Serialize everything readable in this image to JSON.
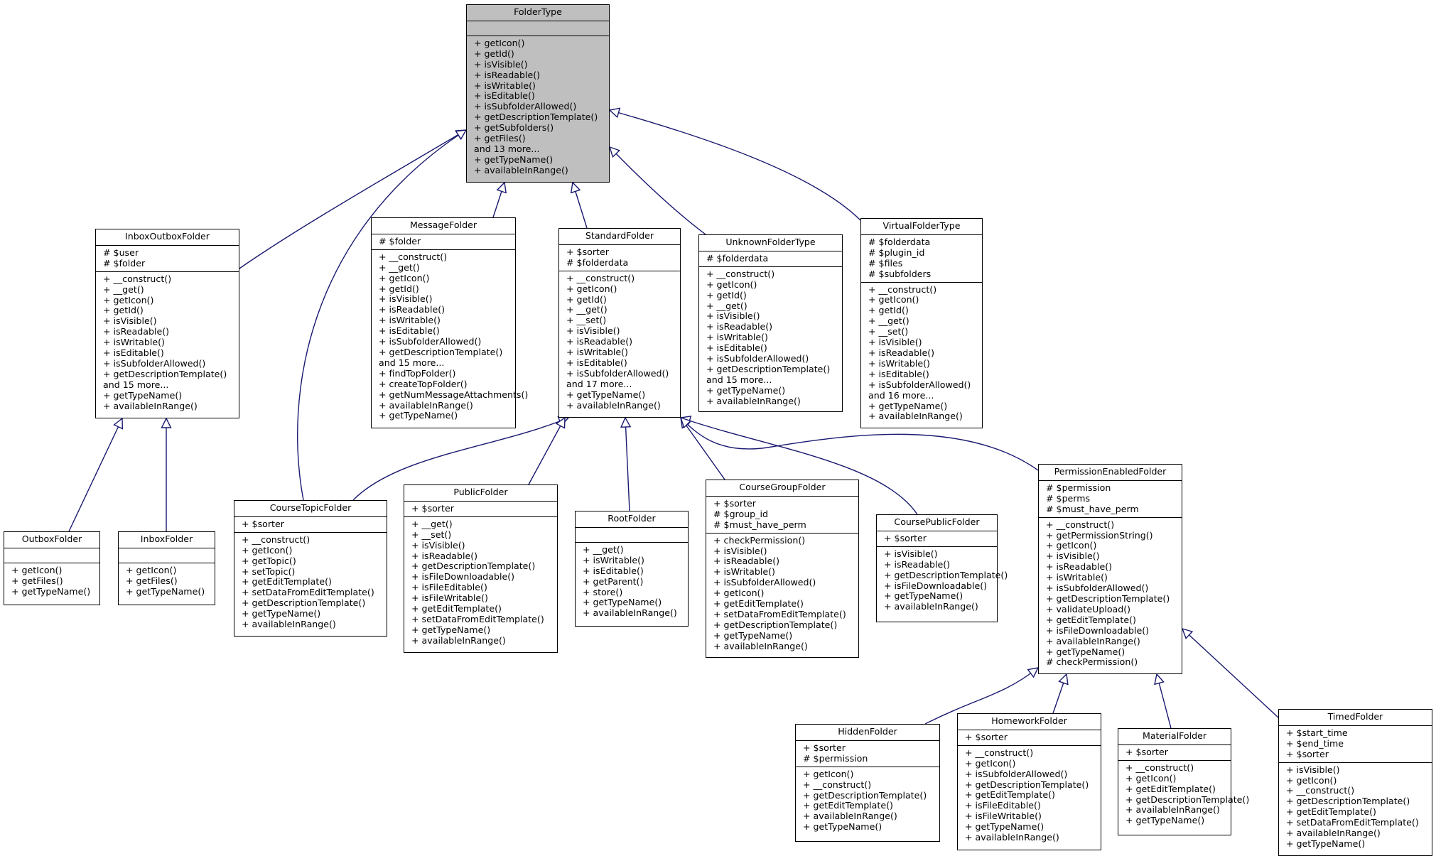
{
  "diagram": {
    "edge_color": "#191970",
    "root_fill": "#bfbfbf",
    "classes": [
      {
        "id": "FolderType",
        "name": "FolderType",
        "root": true,
        "attributes": [],
        "methods": [
          "+ getIcon()",
          "+ getId()",
          "+ isVisible()",
          "+ isReadable()",
          "+ isWritable()",
          "+ isEditable()",
          "+ isSubfolderAllowed()",
          "+ getDescriptionTemplate()",
          "+ getSubfolders()",
          "+ getFiles()",
          "and 13 more...",
          "+ getTypeName()",
          "+ availableInRange()"
        ]
      },
      {
        "id": "InboxOutboxFolder",
        "name": "InboxOutboxFolder",
        "attributes": [
          "# $user",
          "# $folder"
        ],
        "methods": [
          "+ __construct()",
          "+ __get()",
          "+ getIcon()",
          "+ getId()",
          "+ isVisible()",
          "+ isReadable()",
          "+ isWritable()",
          "+ isEditable()",
          "+ isSubfolderAllowed()",
          "+ getDescriptionTemplate()",
          "and 15 more...",
          "+ getTypeName()",
          "+ availableInRange()"
        ]
      },
      {
        "id": "MessageFolder",
        "name": "MessageFolder",
        "attributes": [
          "# $folder"
        ],
        "methods": [
          "+ __construct()",
          "+ __get()",
          "+ getIcon()",
          "+ getId()",
          "+ isVisible()",
          "+ isReadable()",
          "+ isWritable()",
          "+ isEditable()",
          "+ isSubfolderAllowed()",
          "+ getDescriptionTemplate()",
          "and 15 more...",
          "+ findTopFolder()",
          "+ createTopFolder()",
          "+ getNumMessageAttachments()",
          "+ availableInRange()",
          "+ getTypeName()"
        ]
      },
      {
        "id": "StandardFolder",
        "name": "StandardFolder",
        "attributes": [
          "+ $sorter",
          "# $folderdata"
        ],
        "methods": [
          "+ __construct()",
          "+ getIcon()",
          "+ getId()",
          "+ __get()",
          "+ __set()",
          "+ isVisible()",
          "+ isReadable()",
          "+ isWritable()",
          "+ isEditable()",
          "+ isSubfolderAllowed()",
          "and 17 more...",
          "+ getTypeName()",
          "+ availableInRange()"
        ]
      },
      {
        "id": "UnknownFolderType",
        "name": "UnknownFolderType",
        "attributes": [
          "# $folderdata"
        ],
        "methods": [
          "+ __construct()",
          "+ getIcon()",
          "+ getId()",
          "+ __get()",
          "+ isVisible()",
          "+ isReadable()",
          "+ isWritable()",
          "+ isEditable()",
          "+ isSubfolderAllowed()",
          "+ getDescriptionTemplate()",
          "and 15 more...",
          "+ getTypeName()",
          "+ availableInRange()"
        ]
      },
      {
        "id": "VirtualFolderType",
        "name": "VirtualFolderType",
        "attributes": [
          "# $folderdata",
          "# $plugin_id",
          "# $files",
          "# $subfolders"
        ],
        "methods": [
          "+ __construct()",
          "+ getIcon()",
          "+ getId()",
          "+ __get()",
          "+ __set()",
          "+ isVisible()",
          "+ isReadable()",
          "+ isWritable()",
          "+ isEditable()",
          "+ isSubfolderAllowed()",
          "and 16 more...",
          "+ getTypeName()",
          "+ availableInRange()"
        ]
      },
      {
        "id": "OutboxFolder",
        "name": "OutboxFolder",
        "attributes": [],
        "methods": [
          "+ getIcon()",
          "+ getFiles()",
          "+ getTypeName()"
        ]
      },
      {
        "id": "InboxFolder",
        "name": "InboxFolder",
        "attributes": [],
        "methods": [
          "+ getIcon()",
          "+ getFiles()",
          "+ getTypeName()"
        ]
      },
      {
        "id": "CourseTopicFolder",
        "name": "CourseTopicFolder",
        "attributes": [
          "+ $sorter"
        ],
        "methods": [
          "+ __construct()",
          "+ getIcon()",
          "+ getTopic()",
          "+ setTopic()",
          "+ getEditTemplate()",
          "+ setDataFromEditTemplate()",
          "+ getDescriptionTemplate()",
          "+ getTypeName()",
          "+ availableInRange()"
        ]
      },
      {
        "id": "PublicFolder",
        "name": "PublicFolder",
        "attributes": [
          "+ $sorter"
        ],
        "methods": [
          "+ __get()",
          "+ __set()",
          "+ isVisible()",
          "+ isReadable()",
          "+ getDescriptionTemplate()",
          "+ isFileDownloadable()",
          "+ isFileEditable()",
          "+ isFileWritable()",
          "+ getEditTemplate()",
          "+ setDataFromEditTemplate()",
          "+ getTypeName()",
          "+ availableInRange()"
        ]
      },
      {
        "id": "RootFolder",
        "name": "RootFolder",
        "attributes": [],
        "methods": [
          "+ __get()",
          "+ isWritable()",
          "+ isEditable()",
          "+ getParent()",
          "+ store()",
          "+ getTypeName()",
          "+ availableInRange()"
        ]
      },
      {
        "id": "CourseGroupFolder",
        "name": "CourseGroupFolder",
        "attributes": [
          "+ $sorter",
          "# $group_id",
          "# $must_have_perm"
        ],
        "methods": [
          "+ checkPermission()",
          "+ isVisible()",
          "+ isReadable()",
          "+ isWritable()",
          "+ isSubfolderAllowed()",
          "+ getIcon()",
          "+ getEditTemplate()",
          "+ setDataFromEditTemplate()",
          "+ getDescriptionTemplate()",
          "+ getTypeName()",
          "+ availableInRange()"
        ]
      },
      {
        "id": "CoursePublicFolder",
        "name": "CoursePublicFolder",
        "attributes": [
          "+ $sorter"
        ],
        "methods": [
          "+ isVisible()",
          "+ isReadable()",
          "+ getDescriptionTemplate()",
          "+ isFileDownloadable()",
          "+ getTypeName()",
          "+ availableInRange()"
        ]
      },
      {
        "id": "PermissionEnabledFolder",
        "name": "PermissionEnabledFolder",
        "attributes": [
          "# $permission",
          "# $perms",
          "# $must_have_perm"
        ],
        "methods": [
          "+ __construct()",
          "+ getPermissionString()",
          "+ getIcon()",
          "+ isVisible()",
          "+ isReadable()",
          "+ isWritable()",
          "+ isSubfolderAllowed()",
          "+ getDescriptionTemplate()",
          "+ validateUpload()",
          "+ getEditTemplate()",
          "+ isFileDownloadable()",
          "+ availableInRange()",
          "+ getTypeName()",
          "# checkPermission()"
        ]
      },
      {
        "id": "HiddenFolder",
        "name": "HiddenFolder",
        "attributes": [
          "+ $sorter",
          "# $permission"
        ],
        "methods": [
          "+ getIcon()",
          "+ __construct()",
          "+ getDescriptionTemplate()",
          "+ getEditTemplate()",
          "+ availableInRange()",
          "+ getTypeName()"
        ]
      },
      {
        "id": "HomeworkFolder",
        "name": "HomeworkFolder",
        "attributes": [
          "+ $sorter"
        ],
        "methods": [
          "+ __construct()",
          "+ getIcon()",
          "+ isSubfolderAllowed()",
          "+ getDescriptionTemplate()",
          "+ getEditTemplate()",
          "+ isFileEditable()",
          "+ isFileWritable()",
          "+ getTypeName()",
          "+ availableInRange()"
        ]
      },
      {
        "id": "MaterialFolder",
        "name": "MaterialFolder",
        "attributes": [
          "+ $sorter"
        ],
        "methods": [
          "+ __construct()",
          "+ getIcon()",
          "+ getEditTemplate()",
          "+ getDescriptionTemplate()",
          "+ availableInRange()",
          "+ getTypeName()"
        ]
      },
      {
        "id": "TimedFolder",
        "name": "TimedFolder",
        "attributes": [
          "+ $start_time",
          "+ $end_time",
          "+ $sorter"
        ],
        "methods": [
          "+ isVisible()",
          "+ getIcon()",
          "+ __construct()",
          "+ getDescriptionTemplate()",
          "+ getEditTemplate()",
          "+ setDataFromEditTemplate()",
          "+ availableInRange()",
          "+ getTypeName()"
        ]
      }
    ],
    "edges": [
      {
        "from": "InboxOutboxFolder",
        "to": "FolderType"
      },
      {
        "from": "CourseTopicFolder",
        "to": "FolderType"
      },
      {
        "from": "MessageFolder",
        "to": "FolderType"
      },
      {
        "from": "StandardFolder",
        "to": "FolderType"
      },
      {
        "from": "UnknownFolderType",
        "to": "FolderType"
      },
      {
        "from": "VirtualFolderType",
        "to": "FolderType"
      },
      {
        "from": "OutboxFolder",
        "to": "InboxOutboxFolder"
      },
      {
        "from": "InboxFolder",
        "to": "InboxOutboxFolder"
      },
      {
        "from": "CourseTopicFolder",
        "to": "StandardFolder"
      },
      {
        "from": "PublicFolder",
        "to": "StandardFolder"
      },
      {
        "from": "RootFolder",
        "to": "StandardFolder"
      },
      {
        "from": "CourseGroupFolder",
        "to": "StandardFolder"
      },
      {
        "from": "CoursePublicFolder",
        "to": "StandardFolder"
      },
      {
        "from": "PermissionEnabledFolder",
        "to": "StandardFolder"
      },
      {
        "from": "HiddenFolder",
        "to": "PermissionEnabledFolder"
      },
      {
        "from": "HomeworkFolder",
        "to": "PermissionEnabledFolder"
      },
      {
        "from": "MaterialFolder",
        "to": "PermissionEnabledFolder"
      },
      {
        "from": "TimedFolder",
        "to": "PermissionEnabledFolder"
      }
    ]
  }
}
